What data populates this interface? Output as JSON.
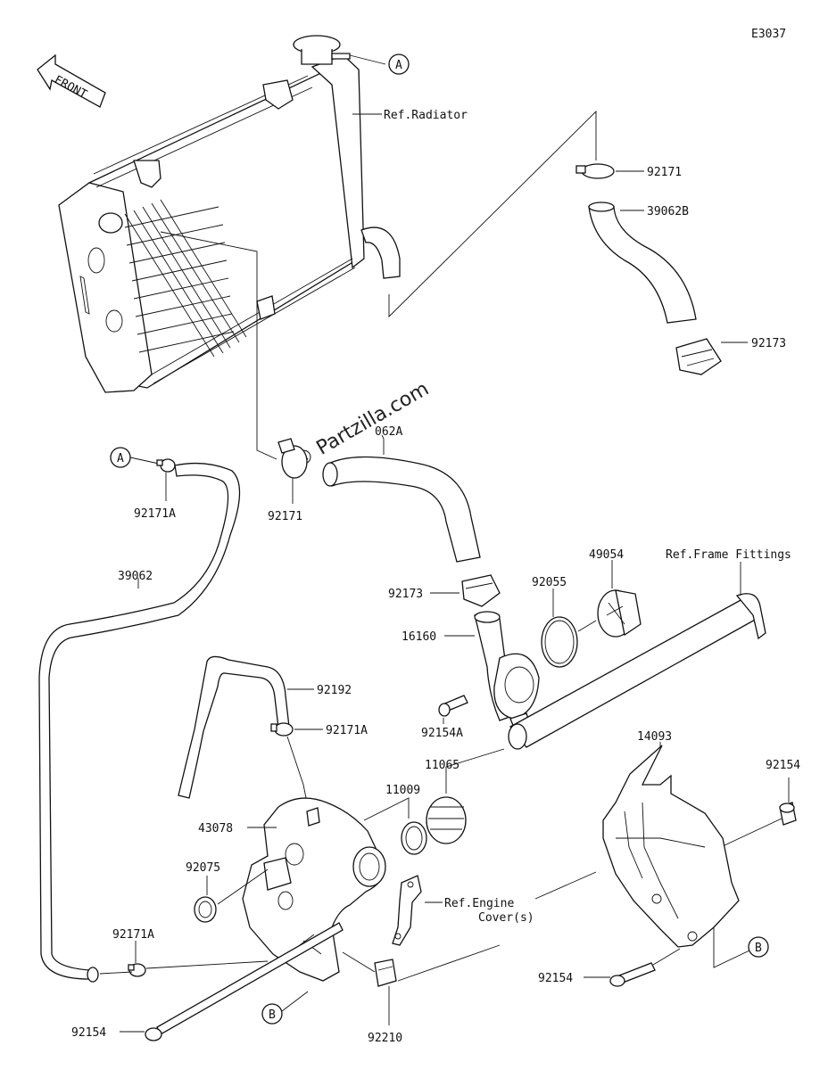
{
  "figure_code": "E3037",
  "front_label": "FRONT",
  "watermark": "© Partzilla.com",
  "labels": {
    "ref_radiator": "Ref.Radiator",
    "p92171_top": "92171",
    "p39062B": "39062B",
    "p92173_top": "92173",
    "p39062A_partial": "062A",
    "p92171_mid": "92171",
    "p92171A_top": "92171A",
    "p39062": "39062",
    "p92173_mid": "92173",
    "p16160": "16160",
    "p92055": "92055",
    "p49054": "49054",
    "ref_frame_fittings": "Ref.Frame Fittings",
    "p92192": "92192",
    "p92171A_mid": "92171A",
    "p92154A": "92154A",
    "p11065": "11065",
    "p14093": "14093",
    "p92154_right": "92154",
    "p11009": "11009",
    "p43078": "43078",
    "p92075": "92075",
    "ref_engine_cover_1": "Ref.Engine",
    "ref_engine_cover_2": "Cover(s)",
    "p92171A_low": "92171A",
    "p92154_bot_right": "92154",
    "p92154_bot_left": "92154",
    "p92210": "92210"
  },
  "markers": {
    "a_top": "A",
    "a_left": "A",
    "b_right": "B",
    "b_left": "B"
  }
}
